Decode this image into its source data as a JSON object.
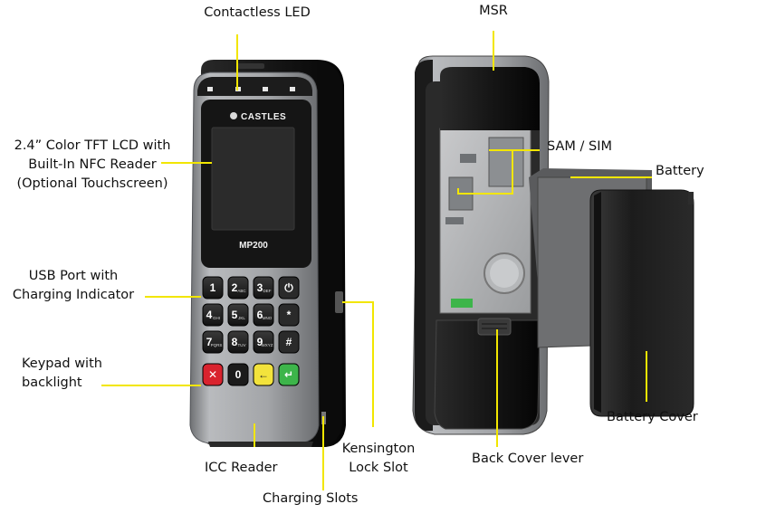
{
  "device": {
    "brand": "CASTLES",
    "model": "MP200",
    "keys": [
      {
        "main": "1",
        "sub": ""
      },
      {
        "main": "2",
        "sub": "ABC"
      },
      {
        "main": "3",
        "sub": "DEF"
      },
      {
        "main": "⏻",
        "sub": ""
      },
      {
        "main": "4",
        "sub": "GHI"
      },
      {
        "main": "5",
        "sub": "JKL"
      },
      {
        "main": "6",
        "sub": "MNO"
      },
      {
        "main": "*",
        "sub": ""
      },
      {
        "main": "7",
        "sub": "PQRS"
      },
      {
        "main": "8",
        "sub": "TUV"
      },
      {
        "main": "9",
        "sub": "WXYZ"
      },
      {
        "main": "#",
        "sub": ""
      }
    ],
    "bottom_keys": [
      {
        "main": "✕",
        "color": "#d9232e"
      },
      {
        "main": "0",
        "color": "#1b1b1b"
      },
      {
        "main": "←",
        "color": "#f3e33c"
      },
      {
        "main": "↵",
        "color": "#3db54a"
      }
    ]
  },
  "labels": {
    "contactless_led": "Contactless LED",
    "msr": "MSR",
    "lcd": [
      "2.4” Color TFT LCD with",
      "Built-In NFC Reader",
      "(Optional Touchscreen)"
    ],
    "sam_sim": "SAM / SIM",
    "battery": "Battery",
    "usb": [
      "USB Port with",
      "Charging Indicator"
    ],
    "keypad": [
      "Keypad with",
      "backlight"
    ],
    "battery_cover": "Battery Cover",
    "icc_reader": "ICC Reader",
    "kensington": [
      "Kensington",
      "Lock Slot"
    ],
    "back_cover_lever": "Back Cover lever",
    "charging_slots": "Charging Slots"
  },
  "colors": {
    "callout_line": "#f2e600",
    "body_black": "#1a1a1a",
    "bezel_silver": "#9a9c9f",
    "screen": "#232323"
  }
}
